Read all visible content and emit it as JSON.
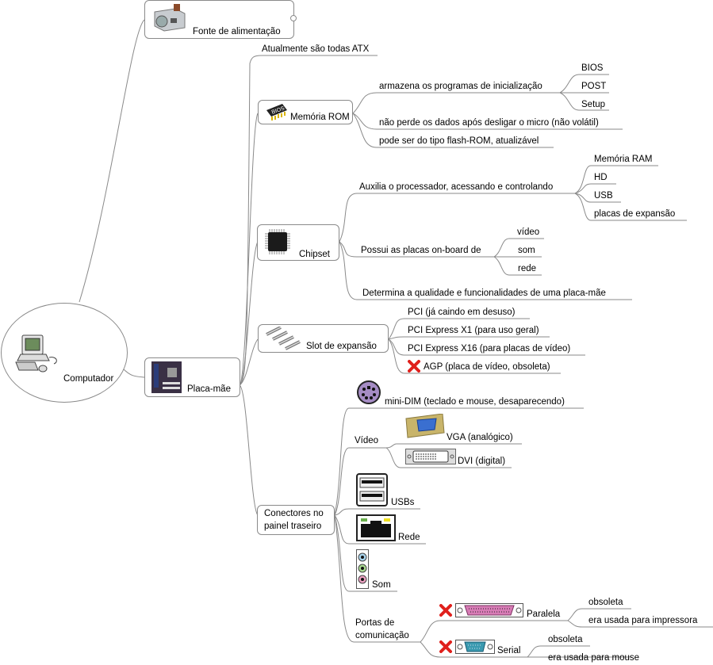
{
  "root": {
    "label": "Computador",
    "icon": "desktop-computer-icon"
  },
  "branches": {
    "fonte": {
      "label": "Fonte de alimentação",
      "icon": "power-supply-icon"
    },
    "placa": {
      "label": "Placa-mãe",
      "icon": "motherboard-icon",
      "atx": "Atualmente são todas ATX",
      "rom": {
        "label": "Memória ROM",
        "icon": "bios-chip-icon",
        "armazena": "armazena os programas de inicialização",
        "armazena_items": [
          "BIOS",
          "POST",
          "Setup"
        ],
        "nao_perde": "não perde os dados após desligar o micro (não volátil)",
        "flash": "pode ser do tipo flash-ROM, atualizável"
      },
      "chipset": {
        "label": "Chipset",
        "icon": "chip-icon",
        "auxilia": "Auxilia o processador, acessando e controlando",
        "auxilia_items": [
          "Memória RAM",
          "HD",
          "USB",
          "placas de expansão"
        ],
        "possui": "Possui as placas on-board de",
        "possui_items": [
          "vídeo",
          "som",
          "rede"
        ],
        "determina": "Determina a qualidade e funcionalidades de uma placa-mãe"
      },
      "slot": {
        "label": "Slot de expansão",
        "icon": "expansion-slots-icon",
        "items": [
          "PCI (já caindo em desuso)",
          "PCI Express X1  (para uso geral)",
          "PCI Express X16 (para placas de vídeo)",
          "AGP (placa de vídeo, obsoleta)"
        ],
        "obsolete_marker": "red-x-icon"
      },
      "conectores": {
        "label_line1": "Conectores no",
        "label_line2": "painel traseiro",
        "minidim": "mini-DIM (teclado e mouse, desaparecendo)",
        "video": {
          "label": "Vídeo",
          "vga": "VGA (analógico)",
          "dvi": "DVI (digital)"
        },
        "usbs": "USBs",
        "rede": "Rede",
        "som": "Som",
        "portas": {
          "label_line1": "Portas de",
          "label_line2": "comunicação",
          "paralela": {
            "label": "Paralela",
            "items": [
              "obsoleta",
              "era usada para impressora"
            ]
          },
          "serial": {
            "label": "Serial",
            "items": [
              "obsoleta",
              "era usada para mouse"
            ]
          }
        }
      }
    }
  },
  "colors": {
    "line": "#8a8a8a",
    "obsolete": "#e0201c",
    "ps2": "#a58cc4",
    "vga": "#3a6fd0",
    "parallel": "#d77bb5",
    "serial": "#3a9ab0"
  }
}
